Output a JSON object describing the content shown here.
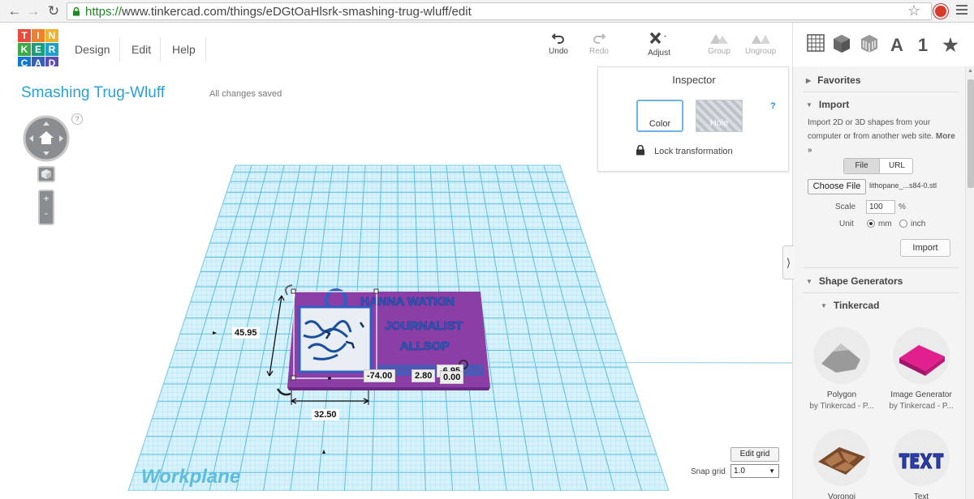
{
  "browser": {
    "url_scheme": "https://",
    "url_rest": "www.tinkercad.com/things/eDGtOaHlsrk-smashing-trug-wluff/edit"
  },
  "app": {
    "logo_letters": [
      "T",
      "I",
      "N",
      "K",
      "E",
      "R",
      "C",
      "A",
      "D"
    ],
    "menu": [
      "Design",
      "Edit",
      "Help"
    ],
    "tools": {
      "undo": "Undo",
      "redo": "Redo",
      "adjust": "Adjust",
      "group": "Group",
      "ungroup": "Ungroup"
    },
    "view_tools": {
      "letter": "A",
      "number": "1"
    }
  },
  "design": {
    "title": "Smashing Trug-Wluff",
    "save_status": "All changes saved",
    "help": "?"
  },
  "inspector": {
    "title": "Inspector",
    "help": "?",
    "color_label": "Color",
    "hole_label": "Hole",
    "lock_label": "Lock transformation"
  },
  "panel": {
    "favorites": "Favorites",
    "import": "Import",
    "import_desc": "Import 2D or 3D shapes from your computer or from another web site.",
    "more": "More »",
    "tab_file": "File",
    "tab_url": "URL",
    "choose_file": "Choose File",
    "file_name": "lithopane_...s84-0.stl",
    "scale_label": "Scale",
    "scale_value": "100",
    "scale_unit": "%",
    "unit_label": "Unit",
    "unit_mm": "mm",
    "unit_inch": "inch",
    "import_button": "Import",
    "shape_generators": "Shape Generators",
    "tinkercad": "Tinkercad",
    "shapes": [
      {
        "name": "Polygon",
        "author": "by Tinkercad - P..."
      },
      {
        "name": "Image Generator",
        "author": "by Tinkercad - P..."
      },
      {
        "name": "Voronoi",
        "author": ""
      },
      {
        "name": "Text",
        "author": ""
      }
    ]
  },
  "workplane": {
    "label": "Workplane",
    "edit_grid": "Edit grid",
    "snap_label": "Snap grid",
    "snap_value": "1.0"
  },
  "object": {
    "lines": [
      "HANNA WATKIN",
      "JOURNALIST",
      "ALLSOP"
    ],
    "dims": {
      "height": "45.95",
      "width": "32.50",
      "x": "-74.00",
      "y": "2.80",
      "z1": "-6.95",
      "z2": "0.00"
    }
  },
  "colors": {
    "accent": "#2aa0d4",
    "grid": "#8fd3ea",
    "object": "#8a3ea6",
    "text_blue": "#2e5fc4"
  }
}
